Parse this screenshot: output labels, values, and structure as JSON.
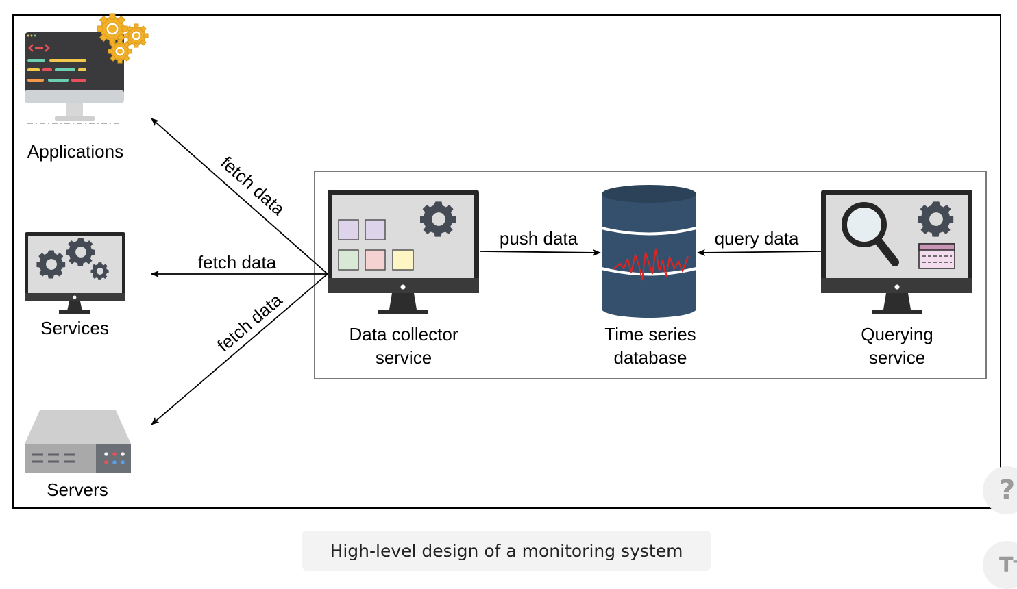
{
  "diagram": {
    "nodes": {
      "applications": "Applications",
      "services": "Services",
      "servers": "Servers",
      "collector_line1": "Data collector",
      "collector_line2": "service",
      "tsdb_line1": "Time series",
      "tsdb_line2": "database",
      "query_line1": "Querying",
      "query_line2": "service"
    },
    "edges": {
      "fetch_applications": "fetch data",
      "fetch_services": "fetch data",
      "fetch_servers": "fetch data",
      "push": "push data",
      "query": "query data"
    }
  },
  "caption": "High-level design of a monitoring system",
  "help_button": "?",
  "text_size_button": "Tт",
  "colors": {
    "gear": "#f3b12a",
    "db_blue": "#34506d",
    "signal_red": "#e02424",
    "screen_gray": "#dcdcdc",
    "bezel": "#262626"
  }
}
